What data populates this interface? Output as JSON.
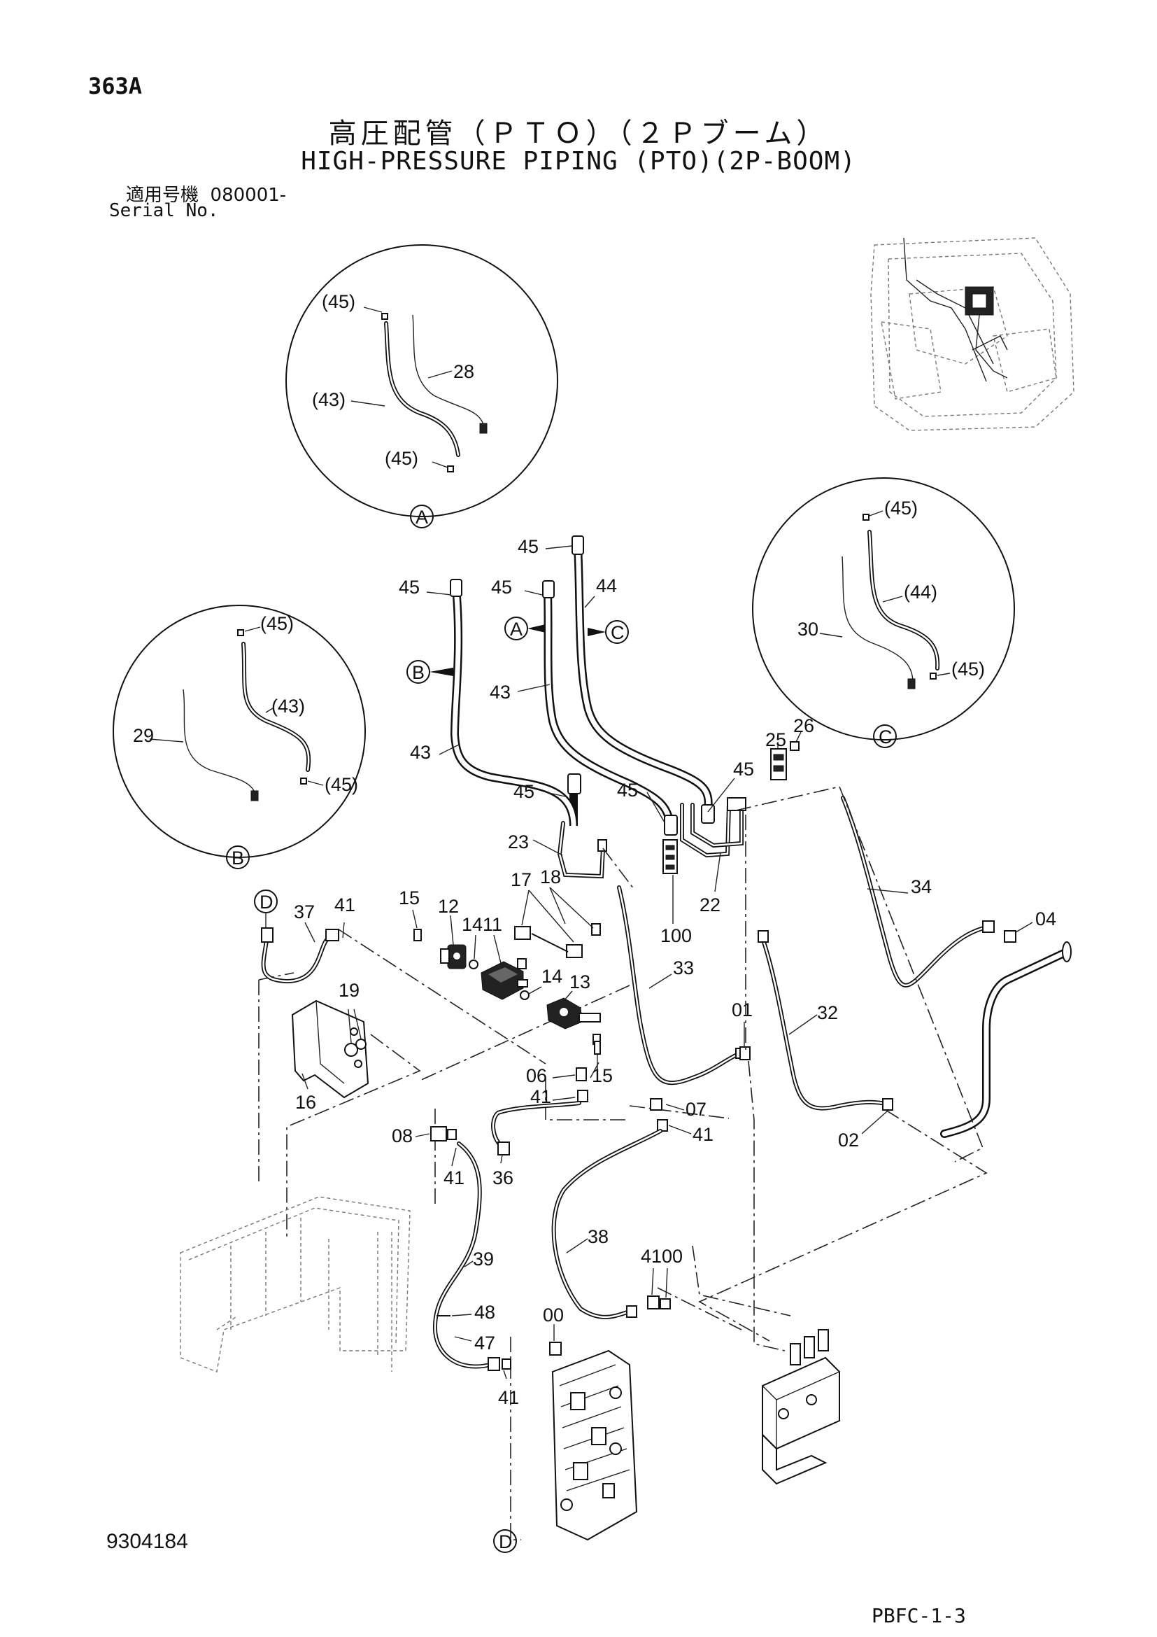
{
  "header": {
    "page_code": "363A",
    "title_jp": "高圧配管（ＰＴＯ）（２Ｐブーム）",
    "title_en": "HIGH-PRESSURE PIPING (PTO)(2P-BOOM)",
    "serial_label_jp": "適用号機",
    "serial_value": "080001-",
    "serial_label_en": "Serial No."
  },
  "detail_views": {
    "A": {
      "marker": "A",
      "labels": [
        "(45)",
        "28",
        "(43)",
        "(45)"
      ]
    },
    "B": {
      "marker": "B",
      "labels": [
        "(45)",
        "(43)",
        "29",
        "(45)"
      ]
    },
    "C": {
      "marker": "C",
      "labels": [
        "(45)",
        "(44)",
        "30",
        "(45)"
      ]
    }
  },
  "main_labels": {
    "n45a": "45",
    "n45b": "45",
    "n45c": "45",
    "n44": "44",
    "n43a": "43",
    "n43b": "43",
    "n45d": "45",
    "n45e": "45",
    "n45f": "45",
    "n25": "25",
    "n26": "26",
    "n23": "23",
    "n17": "17",
    "n18": "18",
    "n100": "100",
    "n22": "22",
    "n34": "34",
    "n04": "04",
    "n15a": "15",
    "n12": "12",
    "n14a": "14",
    "n11": "11",
    "n14b": "14",
    "n13": "13",
    "n33": "33",
    "n37": "37",
    "n41a": "41",
    "n19": "19",
    "n16": "16",
    "n06": "06",
    "n15b": "15",
    "n41b": "41",
    "n01": "01",
    "n32": "32",
    "n07": "07",
    "n41c": "41",
    "n02": "02",
    "n08": "08",
    "n41d": "41",
    "n36": "36",
    "n39": "39",
    "n38": "38",
    "n4100": "4100",
    "n48": "48",
    "n00": "00",
    "n47": "47",
    "n41e": "41"
  },
  "ref_markers": {
    "A": "A",
    "B": "B",
    "C": "C",
    "D_top": "D",
    "D_bottom": "D"
  },
  "footer": {
    "doc_number": "9304184",
    "page_id": "PBFC-1-3"
  }
}
